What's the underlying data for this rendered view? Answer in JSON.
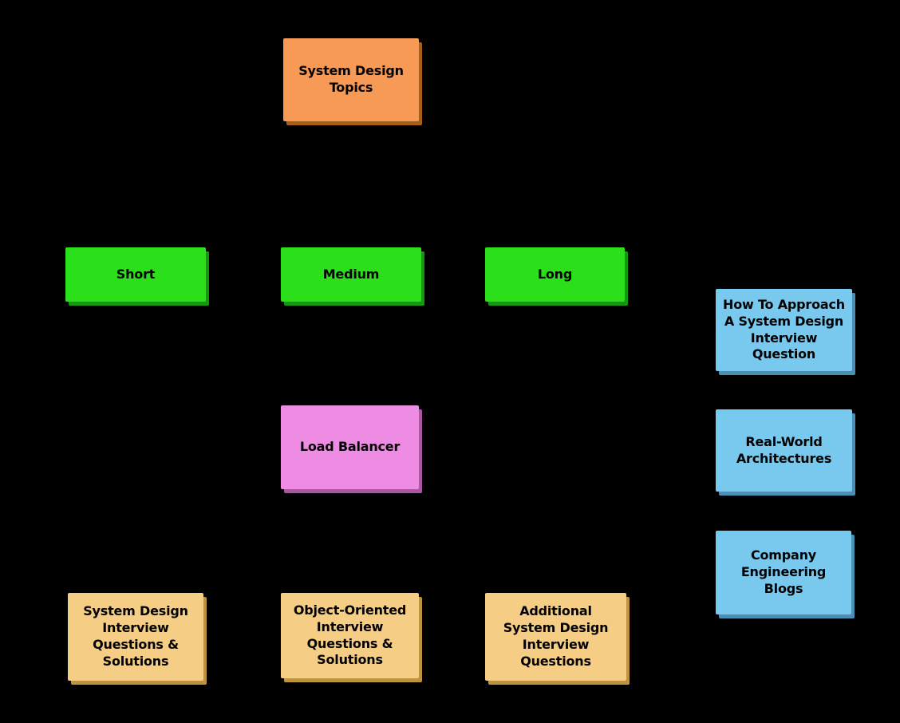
{
  "colors": {
    "background": "#000000",
    "text": "#000000",
    "root": "#f69a55",
    "length_category": "#2be01b",
    "component": "#ee8ce4",
    "resource": "#79c8ee",
    "questions": "#f5cd85"
  },
  "nodes": [
    {
      "id": "system-design-topics",
      "type": "root",
      "label": "System Design\nTopics"
    },
    {
      "id": "short",
      "type": "length",
      "label": "Short"
    },
    {
      "id": "medium",
      "type": "length",
      "label": "Medium"
    },
    {
      "id": "long",
      "type": "length",
      "label": "Long"
    },
    {
      "id": "load-balancer",
      "type": "component",
      "label": "Load Balancer"
    },
    {
      "id": "how-to-approach",
      "type": "resource",
      "label": "How To Approach\nA System Design\nInterview\nQuestion"
    },
    {
      "id": "real-world-architectures",
      "type": "resource",
      "label": "Real-World\nArchitectures"
    },
    {
      "id": "company-engineering-blogs",
      "type": "resource",
      "label": "Company\nEngineering\nBlogs"
    },
    {
      "id": "system-design-interview-questions",
      "type": "questions",
      "label": "System Design\nInterview\nQuestions &\nSolutions"
    },
    {
      "id": "object-oriented-interview-questions",
      "type": "questions",
      "label": "Object-Oriented\nInterview\nQuestions &\nSolutions"
    },
    {
      "id": "additional-system-design-interview-questions",
      "type": "questions",
      "label": "Additional\nSystem Design\nInterview\nQuestions"
    }
  ]
}
